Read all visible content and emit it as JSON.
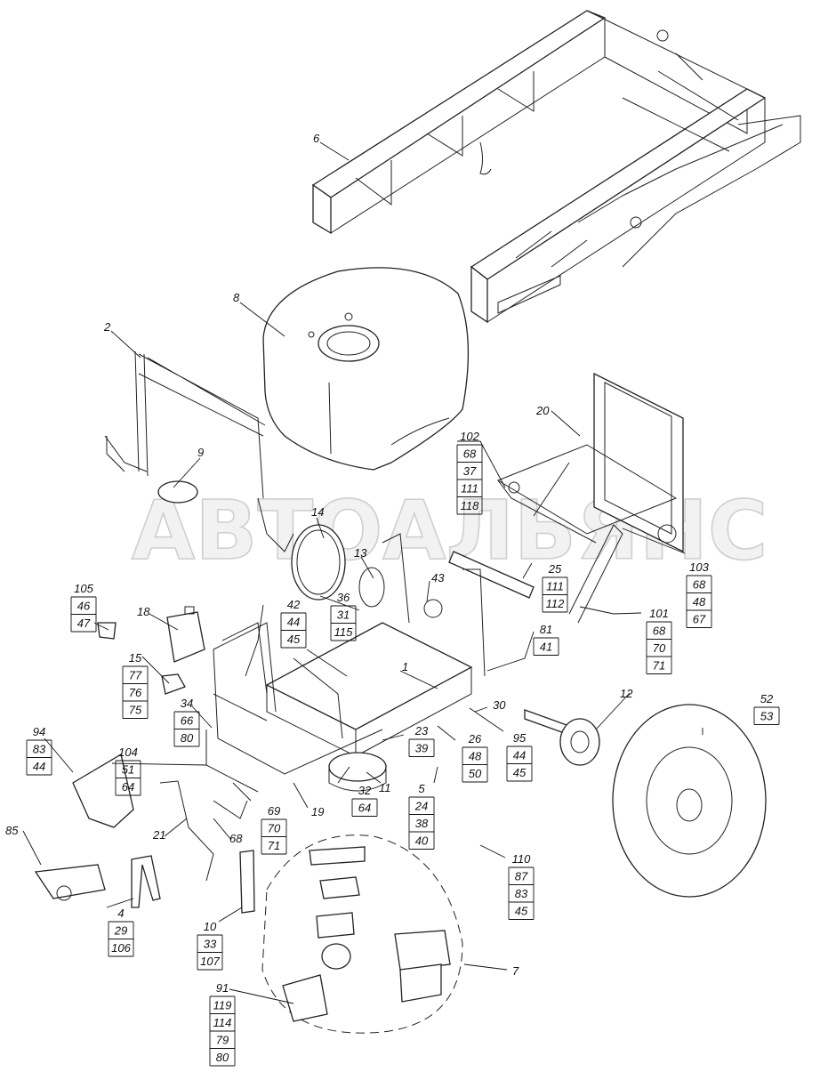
{
  "watermark": "АВТОАЛЬЯНС",
  "callouts": {
    "c6": [
      "6"
    ],
    "c8": [
      "8"
    ],
    "c2": [
      "2"
    ],
    "c9": [
      "9"
    ],
    "c20": [
      "20"
    ],
    "c102": [
      "102",
      "68",
      "37",
      "111",
      "118"
    ],
    "c14": [
      "14"
    ],
    "c13": [
      "13"
    ],
    "c25": [
      "25",
      "111",
      "112"
    ],
    "c103": [
      "103",
      "68",
      "48",
      "67"
    ],
    "c36": [
      "36",
      "31",
      "115"
    ],
    "c43": [
      "43"
    ],
    "c101": [
      "101",
      "68",
      "70",
      "71"
    ],
    "c105": [
      "105",
      "46",
      "47"
    ],
    "c18": [
      "18"
    ],
    "c42": [
      "42",
      "44",
      "45"
    ],
    "c81": [
      "81",
      "41"
    ],
    "c1": [
      "1"
    ],
    "c15": [
      "15",
      "77",
      "76",
      "75"
    ],
    "c12": [
      "12"
    ],
    "c52": [
      "52",
      "53"
    ],
    "c34": [
      "34",
      "66",
      "80"
    ],
    "c30": [
      "30"
    ],
    "c95": [
      "95",
      "44",
      "45"
    ],
    "c23": [
      "23",
      "39"
    ],
    "c26": [
      "26",
      "48",
      "50"
    ],
    "c94": [
      "94",
      "83",
      "44"
    ],
    "c104": [
      "104",
      "51",
      "64"
    ],
    "c11": [
      "11"
    ],
    "c32": [
      "32",
      "64"
    ],
    "c5": [
      "5",
      "24",
      "38",
      "40"
    ],
    "c19": [
      "19"
    ],
    "c69": [
      "69",
      "70",
      "71"
    ],
    "c21": [
      "21"
    ],
    "c68": [
      "68"
    ],
    "c85": [
      "85"
    ],
    "c110": [
      "110",
      "87",
      "83",
      "45"
    ],
    "c4": [
      "4",
      "29",
      "106"
    ],
    "c10": [
      "10",
      "33",
      "107"
    ],
    "c7": [
      "7"
    ],
    "c91": [
      "91",
      "119",
      "114",
      "79",
      "80"
    ]
  }
}
